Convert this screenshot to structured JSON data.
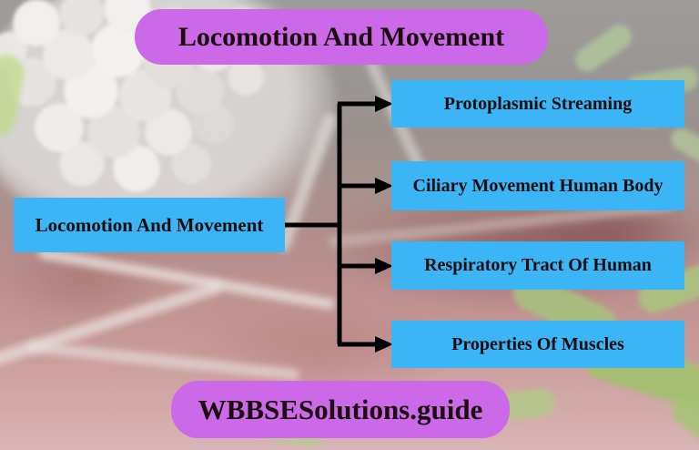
{
  "title": {
    "label": "Locomotion And Movement"
  },
  "root_node": {
    "label": "Locomotion And Movement"
  },
  "branches": [
    {
      "label": "Protoplasmic Streaming"
    },
    {
      "label": "Ciliary Movement Human Body"
    },
    {
      "label": "Respiratory Tract Of Human"
    },
    {
      "label": "Properties Of Muscles"
    }
  ],
  "footer": {
    "label": "WBBSESolutions.guide"
  },
  "colors": {
    "node_fill": "#3CB5F6",
    "banner_fill": "#CB69E8",
    "text_dark": "#1A0D0D",
    "line_color": "#000000"
  }
}
